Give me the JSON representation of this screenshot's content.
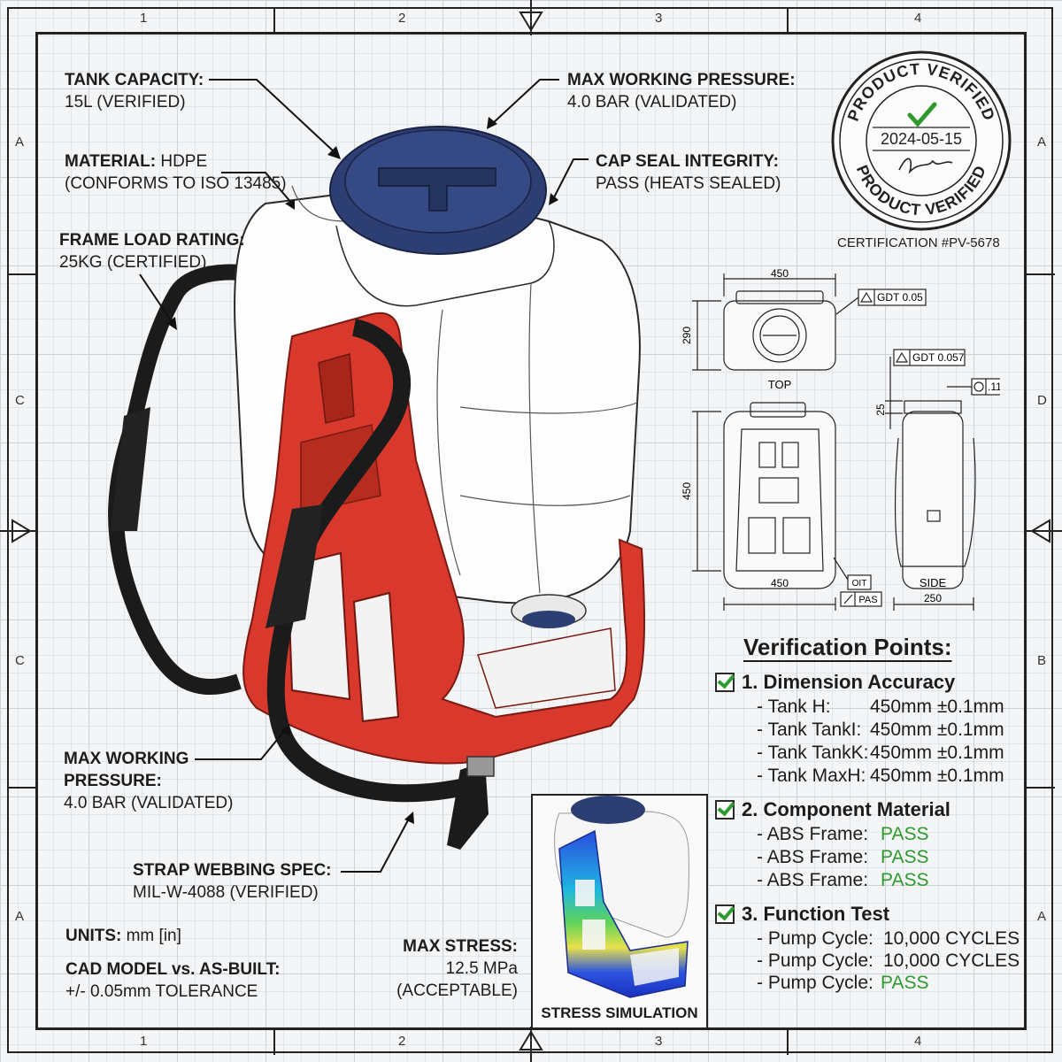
{
  "zones": {
    "top": [
      "1",
      "2",
      "3",
      "4"
    ],
    "bottom": [
      "1",
      "2",
      "3",
      "4"
    ],
    "left": [
      "A",
      "C",
      "C",
      "A"
    ],
    "right": [
      "A",
      "D",
      "B",
      "A"
    ]
  },
  "callouts": {
    "tank_capacity": {
      "label": "TANK CAPACITY:",
      "value": "15L (VERIFIED)"
    },
    "material": {
      "label": "MATERIAL:",
      "value_inline": "HDPE",
      "value": "(CONFORMS TO ISO 13485)"
    },
    "frame_load": {
      "label": "FRAME LOAD RATING:",
      "value": "25KG (CERTIFIED)"
    },
    "max_pressure_top": {
      "label": "MAX WORKING PRESSURE:",
      "value": "4.0 BAR (VALIDATED)"
    },
    "cap_seal": {
      "label": "CAP SEAL INTEGRITY:",
      "value": "PASS (HEATS SEALED)"
    },
    "max_pressure_left": {
      "label_line1": "MAX WORKING",
      "label_line2": "PRESSURE:",
      "value": "4.0 BAR (VALIDATED)"
    },
    "strap": {
      "label": "STRAP WEBBING SPEC:",
      "value": "MIL-W-4088 (VERIFIED)"
    },
    "units": {
      "label": "UNITS:",
      "value": "mm [in]"
    },
    "cad": {
      "label": "CAD MODEL vs. AS-BUILT:",
      "value": "+/- 0.05mm TOLERANCE"
    },
    "max_stress": {
      "label": "MAX STRESS:",
      "value1": "12.5 MPa",
      "value2": "(ACCEPTABLE)"
    }
  },
  "stamp": {
    "top_text": "PRODUCT VERIFIED",
    "bottom_text": "PRODUCT VERIFIED",
    "date": "2024-05-15",
    "certification": "CERTIFICATION #PV-5678",
    "check_color": "#2e9a2e"
  },
  "drawing": {
    "top_width": "450",
    "top_height": "290",
    "gdt_top": "GDT 0.05",
    "gdt_side": "GDT 0.057",
    "top_view": "TOP",
    "front_height": "450",
    "front_width": "450",
    "side_gap": "25",
    "side_width": "250",
    "side_view": "SIDE",
    "flatness": ".11",
    "oit": "OIT",
    "pas": "PAS"
  },
  "verification": {
    "title": "Verification Points:",
    "sections": [
      {
        "heading": "1. Dimension Accuracy",
        "rows": [
          {
            "key": "- Tank H:",
            "value": "450mm ±0.1mm"
          },
          {
            "key": "- Tank TankI:",
            "value": "450mm ±0.1mm"
          },
          {
            "key": "- Tank TankK:",
            "value": "450mm ±0.1mm"
          },
          {
            "key": "- Tank MaxH:",
            "value": "450mm ±0.1mm"
          }
        ]
      },
      {
        "heading": "2. Component Material",
        "rows": [
          {
            "key": "- ABS Frame:",
            "value": "PASS"
          },
          {
            "key": "- ABS Frame:",
            "value": "PASS"
          },
          {
            "key": "- ABS Frame:",
            "value": "PASS"
          }
        ]
      },
      {
        "heading": "3. Function Test",
        "rows": [
          {
            "key": "- Pump Cycle:",
            "value": "10,000 CYCLES"
          },
          {
            "key": "- Pump Cycle:",
            "value": "10,000 CYCLES"
          },
          {
            "key": "- Pump Cycle:",
            "value": "PASS"
          }
        ]
      }
    ]
  },
  "stress_caption": "STRESS SIMULATION",
  "colors": {
    "frame_red": "#d8392c",
    "cap_blue": "#2d3f72",
    "pass_green": "#2e9a2e",
    "strap_black": "#1b1b1b"
  }
}
